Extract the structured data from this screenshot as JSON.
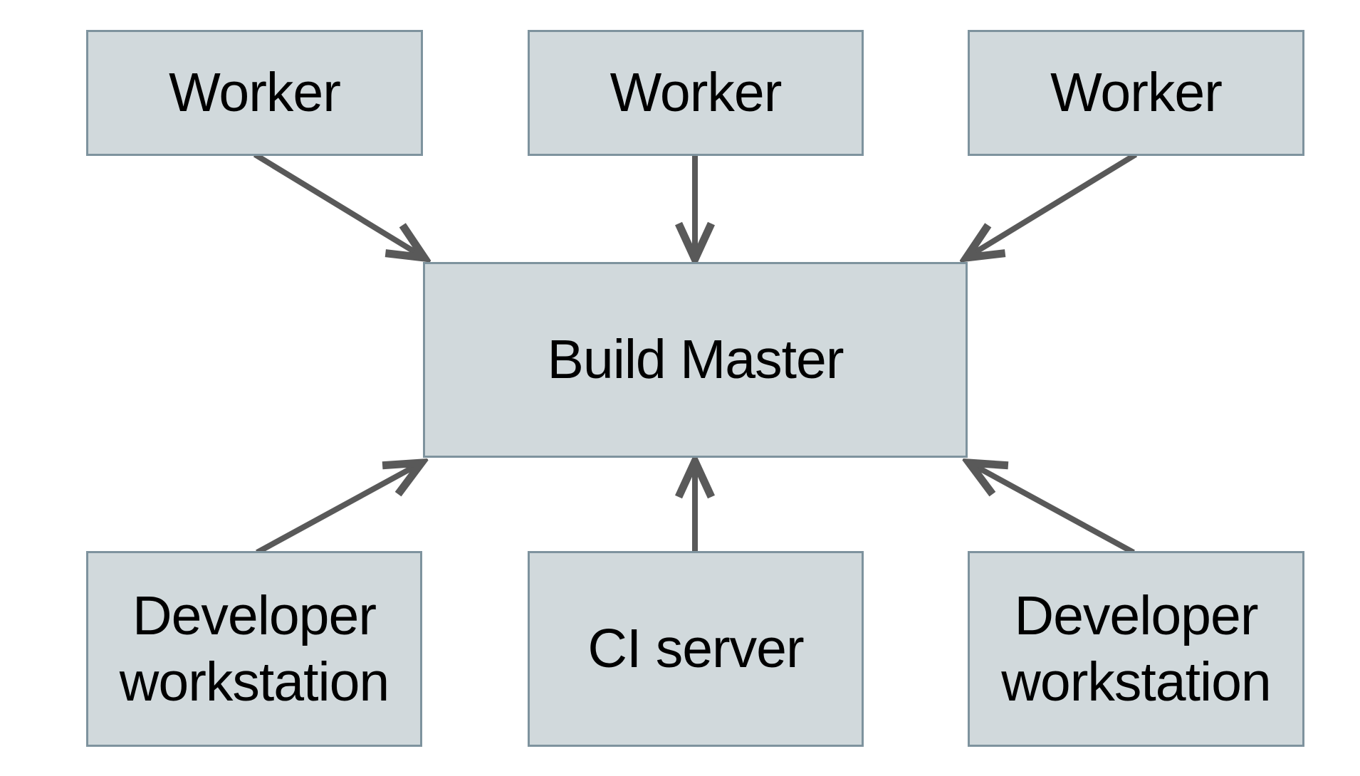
{
  "diagram": {
    "nodes": [
      {
        "id": "worker-1",
        "label": "Worker"
      },
      {
        "id": "worker-2",
        "label": "Worker"
      },
      {
        "id": "worker-3",
        "label": "Worker"
      },
      {
        "id": "build-master",
        "label": "Build Master"
      },
      {
        "id": "developer-workstation-1",
        "label": "Developer workstation"
      },
      {
        "id": "ci-server",
        "label": "CI server"
      },
      {
        "id": "developer-workstation-2",
        "label": "Developer workstation"
      }
    ],
    "edges": [
      {
        "from": "worker-1",
        "to": "build-master"
      },
      {
        "from": "worker-2",
        "to": "build-master"
      },
      {
        "from": "worker-3",
        "to": "build-master"
      },
      {
        "from": "developer-workstation-1",
        "to": "build-master"
      },
      {
        "from": "ci-server",
        "to": "build-master"
      },
      {
        "from": "developer-workstation-2",
        "to": "build-master"
      }
    ],
    "colors": {
      "background": "#ffffff",
      "node_fill": "#d1d9dc",
      "node_border": "#7e939e",
      "arrow": "#595959",
      "text": "#000000"
    }
  }
}
